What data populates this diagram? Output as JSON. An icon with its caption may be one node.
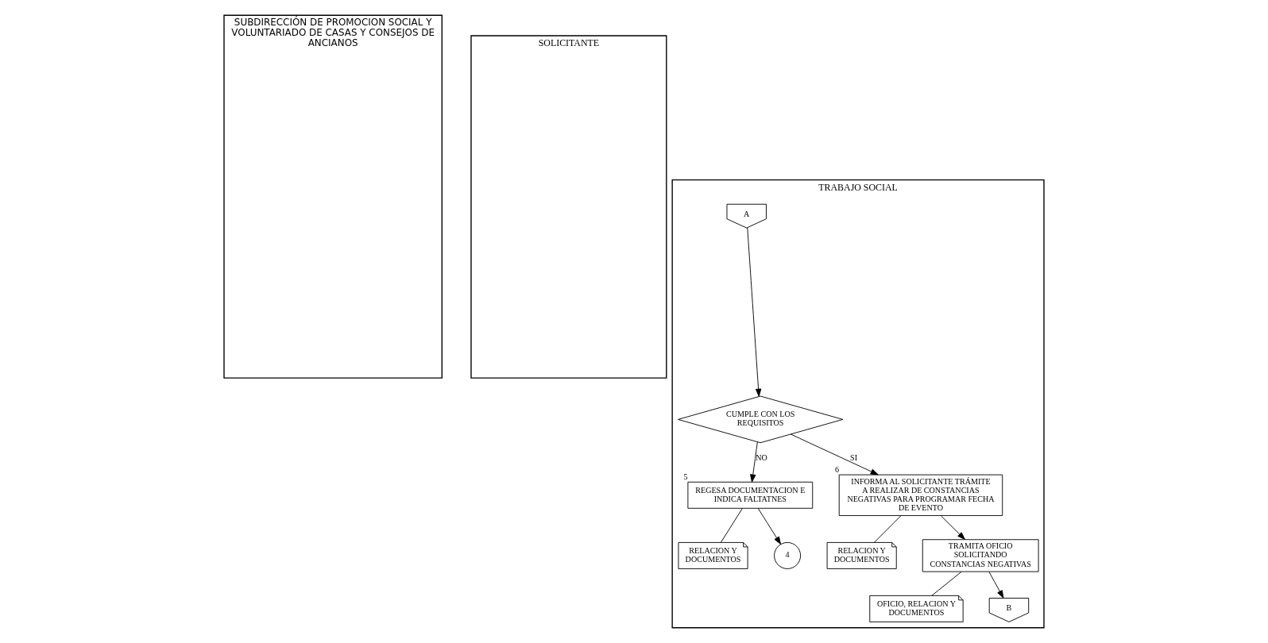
{
  "diagram": {
    "nodes": [
      {
        "text": [
          "SUBDIRECCIÓN DE PROMOCION SOCIAL Y VOLUNTARIADO DE CASAS Y CONSEJOS DE ANCIANOS"
        ]
      },
      {
        "text": [
          "SOLICITANTE"
        ]
      },
      {
        "text": [
          "TRABAJO SOCIAL"
        ]
      },
      {
        "text": [
          "A"
        ],
        "in": 2
      },
      {
        "text": [
          "CUMPLE CON LOS REQUISITOS"
        ],
        "in": 2
      },
      {
        "text": [
          "REGESA DOCUMENTACION E INDICA FALTATNES"
        ],
        "beside": [
          "5"
        ],
        "in": 2
      },
      {
        "text": [
          "INFORMA AL SOLICITANTE TRÁMITE A REALIZAR DE CONSTANCIAS NEGATIVAS PARA PROGRAMAR FECHA DE EVENTO"
        ],
        "beside": [
          "6"
        ],
        "in": 2
      },
      {
        "text": [
          "RELACION Y DOCUMENTOS"
        ],
        "in": 2
      },
      {
        "text": [
          "RELACION Y DOCUMENTOS"
        ],
        "in": 2
      },
      {
        "text": [
          "4"
        ],
        "in": 2
      },
      {
        "text": [
          "TRAMITA OFICIO SOLICITANDO CONSTANCIAS NEGATIVAS"
        ],
        "in": 2
      },
      {
        "text": [
          "OFICIO, RELACION Y DOCUMENTOS"
        ],
        "in": 2
      },
      {
        "text": [
          "B"
        ],
        "in": 2
      }
    ],
    "edges": [
      {
        "from": 3,
        "to": 4,
        "arrow": "to"
      },
      {
        "from": 4,
        "to": 5,
        "arrow": "to",
        "label": "NO"
      },
      {
        "from": 4,
        "to": 6,
        "arrow": "to",
        "label": "SI"
      },
      {
        "from": 5,
        "to": 7,
        "arrow": "none"
      },
      {
        "from": 5,
        "to": 9,
        "arrow": "to"
      },
      {
        "from": 6,
        "to": 8,
        "arrow": "none"
      },
      {
        "from": 6,
        "to": 10,
        "arrow": "to"
      },
      {
        "from": 10,
        "to": 11,
        "arrow": "none"
      },
      {
        "from": 10,
        "to": 12,
        "arrow": "to"
      }
    ]
  }
}
